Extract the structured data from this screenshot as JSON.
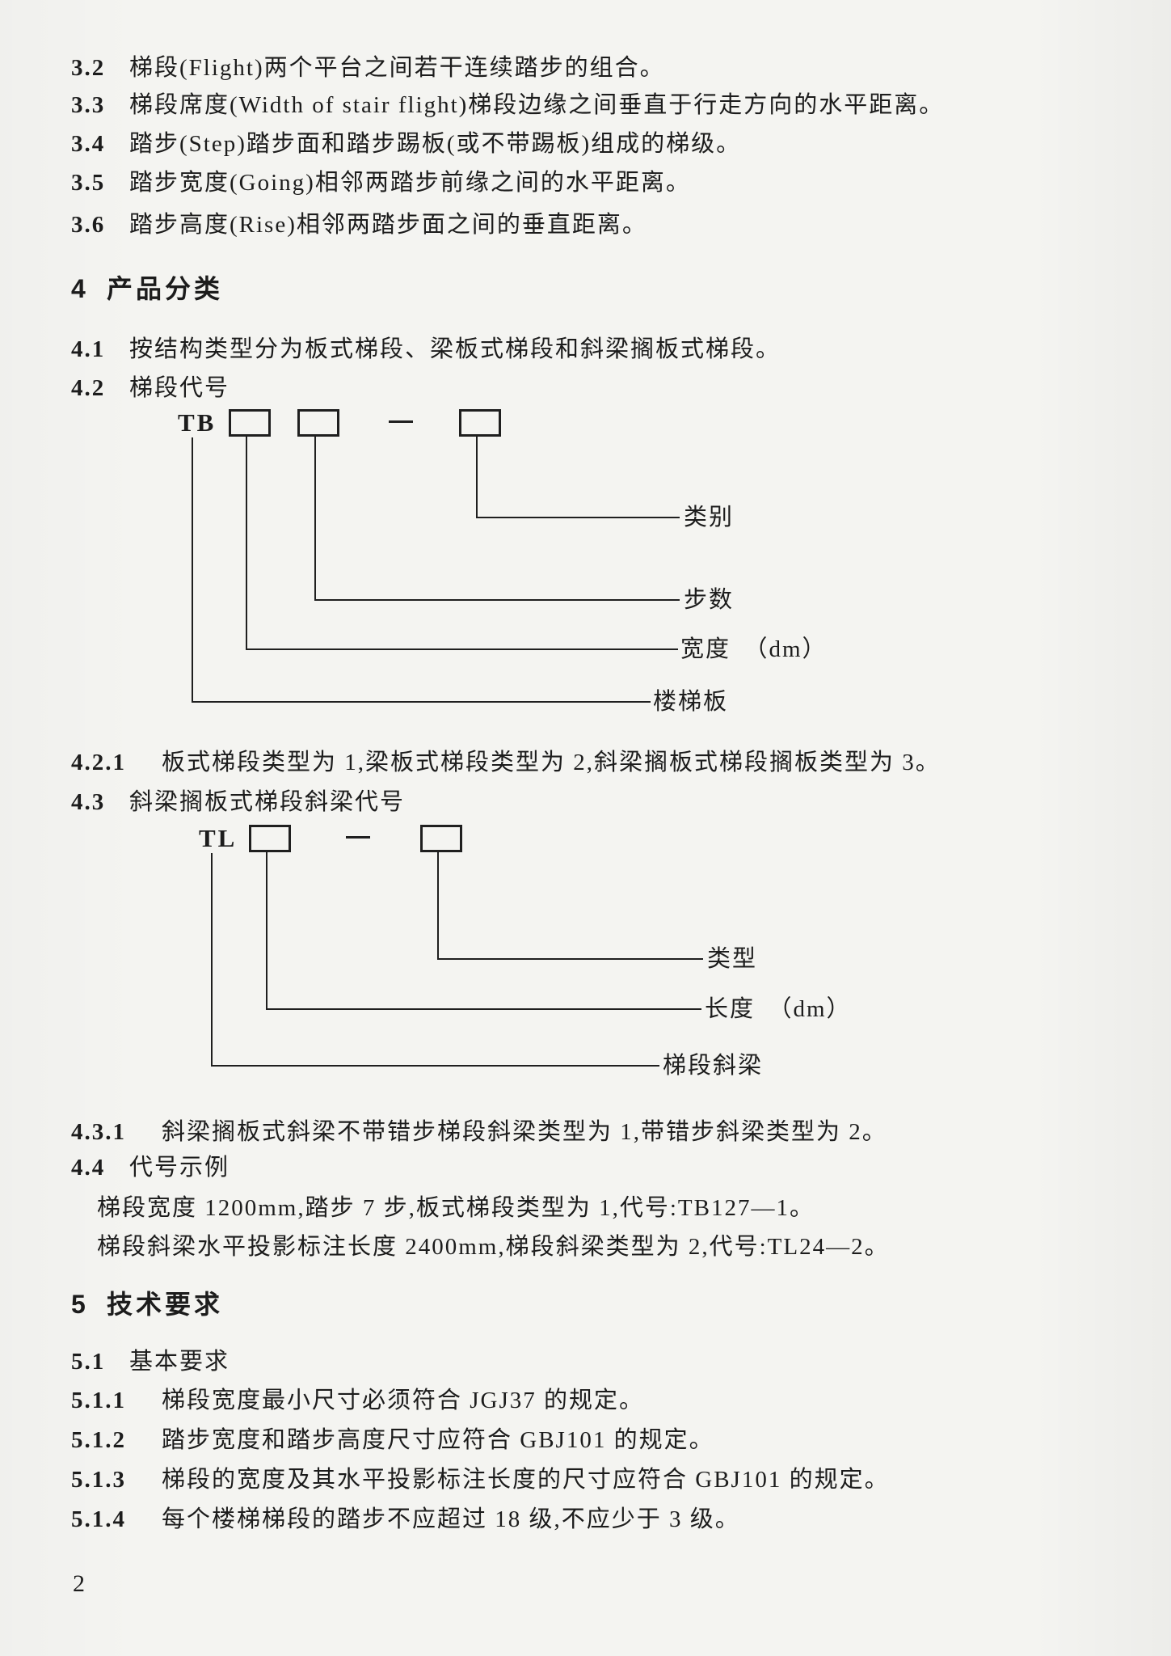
{
  "colors": {
    "paper": "#f4f4f1",
    "ink": "#1c1c1c"
  },
  "clauses": {
    "c32": {
      "num": "3.2",
      "text": "梯段(Flight)两个平台之间若干连续踏步的组合。"
    },
    "c33": {
      "num": "3.3",
      "text": "梯段席度(Width of stair flight)梯段边缘之间垂直于行走方向的水平距离。"
    },
    "c34": {
      "num": "3.4",
      "text": "踏步(Step)踏步面和踏步踢板(或不带踢板)组成的梯级。"
    },
    "c35": {
      "num": "3.5",
      "text": "踏步宽度(Going)相邻两踏步前缘之间的水平距离。"
    },
    "c36": {
      "num": "3.6",
      "text": "踏步高度(Rise)相邻两踏步面之间的垂直距离。"
    },
    "c41": {
      "num": "4.1",
      "text": "按结构类型分为板式梯段、梁板式梯段和斜梁搁板式梯段。"
    },
    "c42": {
      "num": "4.2",
      "text": "梯段代号"
    },
    "c421": {
      "num": "4.2.1",
      "text": "板式梯段类型为 1,梁板式梯段类型为 2,斜梁搁板式梯段搁板类型为 3。"
    },
    "c43": {
      "num": "4.3",
      "text": "斜梁搁板式梯段斜梁代号"
    },
    "c431": {
      "num": "4.3.1",
      "text": "斜梁搁板式斜梁不带错步梯段斜梁类型为 1,带错步斜梁类型为 2。"
    },
    "c44": {
      "num": "4.4",
      "text": "代号示例"
    },
    "c51": {
      "num": "5.1",
      "text": "基本要求"
    },
    "c511": {
      "num": "5.1.1",
      "text": "梯段宽度最小尺寸必须符合 JGJ37 的规定。"
    },
    "c512": {
      "num": "5.1.2",
      "text": "踏步宽度和踏步高度尺寸应符合 GBJ101 的规定。"
    },
    "c513": {
      "num": "5.1.3",
      "text": "梯段的宽度及其水平投影标注长度的尺寸应符合 GBJ101 的规定。"
    },
    "c514": {
      "num": "5.1.4",
      "text": "每个楼梯梯段的踏步不应超过 18 级,不应少于 3 级。"
    }
  },
  "headings": {
    "h4": {
      "num": "4",
      "title": "产品分类"
    },
    "h5": {
      "num": "5",
      "title": "技术要求"
    }
  },
  "examples": {
    "line1": "梯段宽度 1200mm,踏步 7 步,板式梯段类型为 1,代号:TB127—1。",
    "line2": "梯段斜梁水平投影标注长度 2400mm,梯段斜梁类型为 2,代号:TL24—2。"
  },
  "diagram_tb": {
    "prefix": "TB",
    "labels": {
      "category": "类别",
      "steps": "步数",
      "width": "宽度　（dm）",
      "plate": "楼梯板"
    }
  },
  "diagram_tl": {
    "prefix": "TL",
    "labels": {
      "type": "类型",
      "length": "长度　（dm）",
      "beam": "梯段斜梁"
    }
  },
  "footer": {
    "page_number": "2"
  }
}
